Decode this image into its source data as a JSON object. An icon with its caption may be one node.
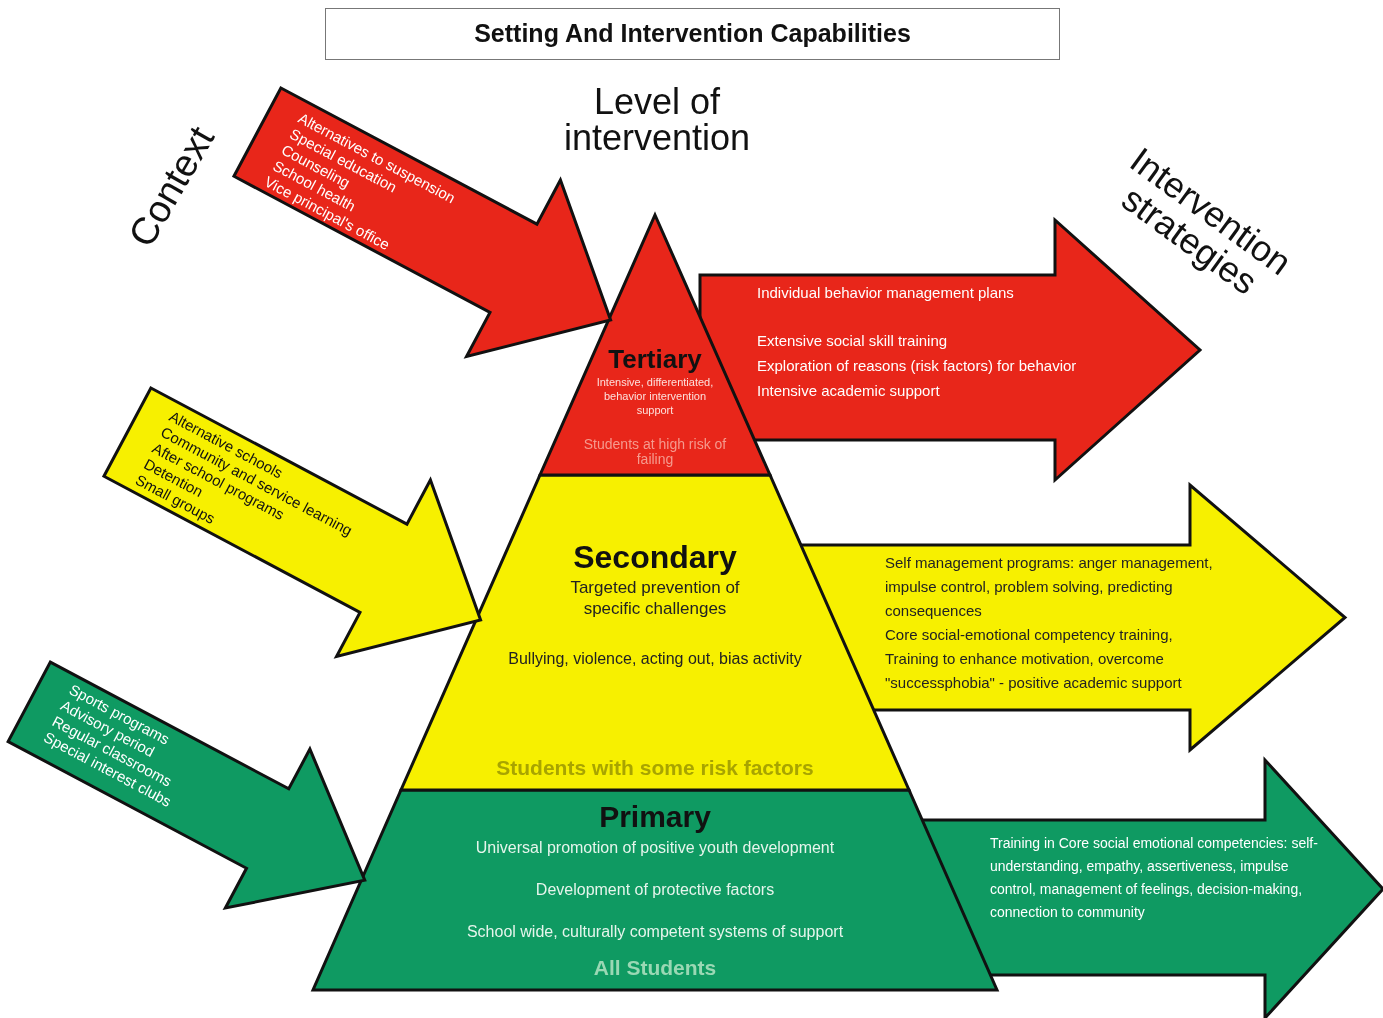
{
  "diagram": {
    "title": "Setting And Intervention Capabilities",
    "nodes": [
      {
        "text": [
          "Alternatives to suspension",
          "Special education",
          "Counseling",
          "School health",
          "Vice principal's office"
        ]
      },
      {
        "text": [
          "Tertiary",
          "Intensive, differentiated, behavior intervention support",
          "Students at high risk of failing"
        ]
      },
      {
        "text": [
          "Individual behavior management plans",
          "Extensive social skill training",
          "Exploration of reasons (risk factors) for behavior",
          "Intensive academic support"
        ]
      },
      {
        "text": [
          "Alternative schools",
          "Community and service learning",
          "After school programs",
          "Detention",
          "Small groups"
        ]
      },
      {
        "text": [
          "Secondary",
          "Targeted prevention of specific challenges",
          "Bullying, violence, acting out, bias activity",
          "Students with some risk factors"
        ]
      },
      {
        "text": [
          "Self management programs: anger management, impulse control, problem solving, predicting consequences",
          "Core social-emotional competency training,",
          "Training to enhance motivation, overcome \"successphobia\" - positive academic support"
        ]
      },
      {
        "text": [
          "Sports programs",
          "Advisory period",
          "Regular classrooms",
          "Special interest clubs"
        ]
      },
      {
        "text": [
          "Primary",
          "Universal promotion of positive youth development",
          "Development of protective factors",
          "School wide, culturally competent systems of support",
          "All Students"
        ]
      },
      {
        "text": [
          "Training in Core social emotional competencies: self-understanding, empathy, assertiveness, impulse control, management of feelings, decision-making, connection to community"
        ]
      }
    ],
    "labels": [
      "Context",
      "Level of intervention",
      "Intervention strategies"
    ]
  }
}
